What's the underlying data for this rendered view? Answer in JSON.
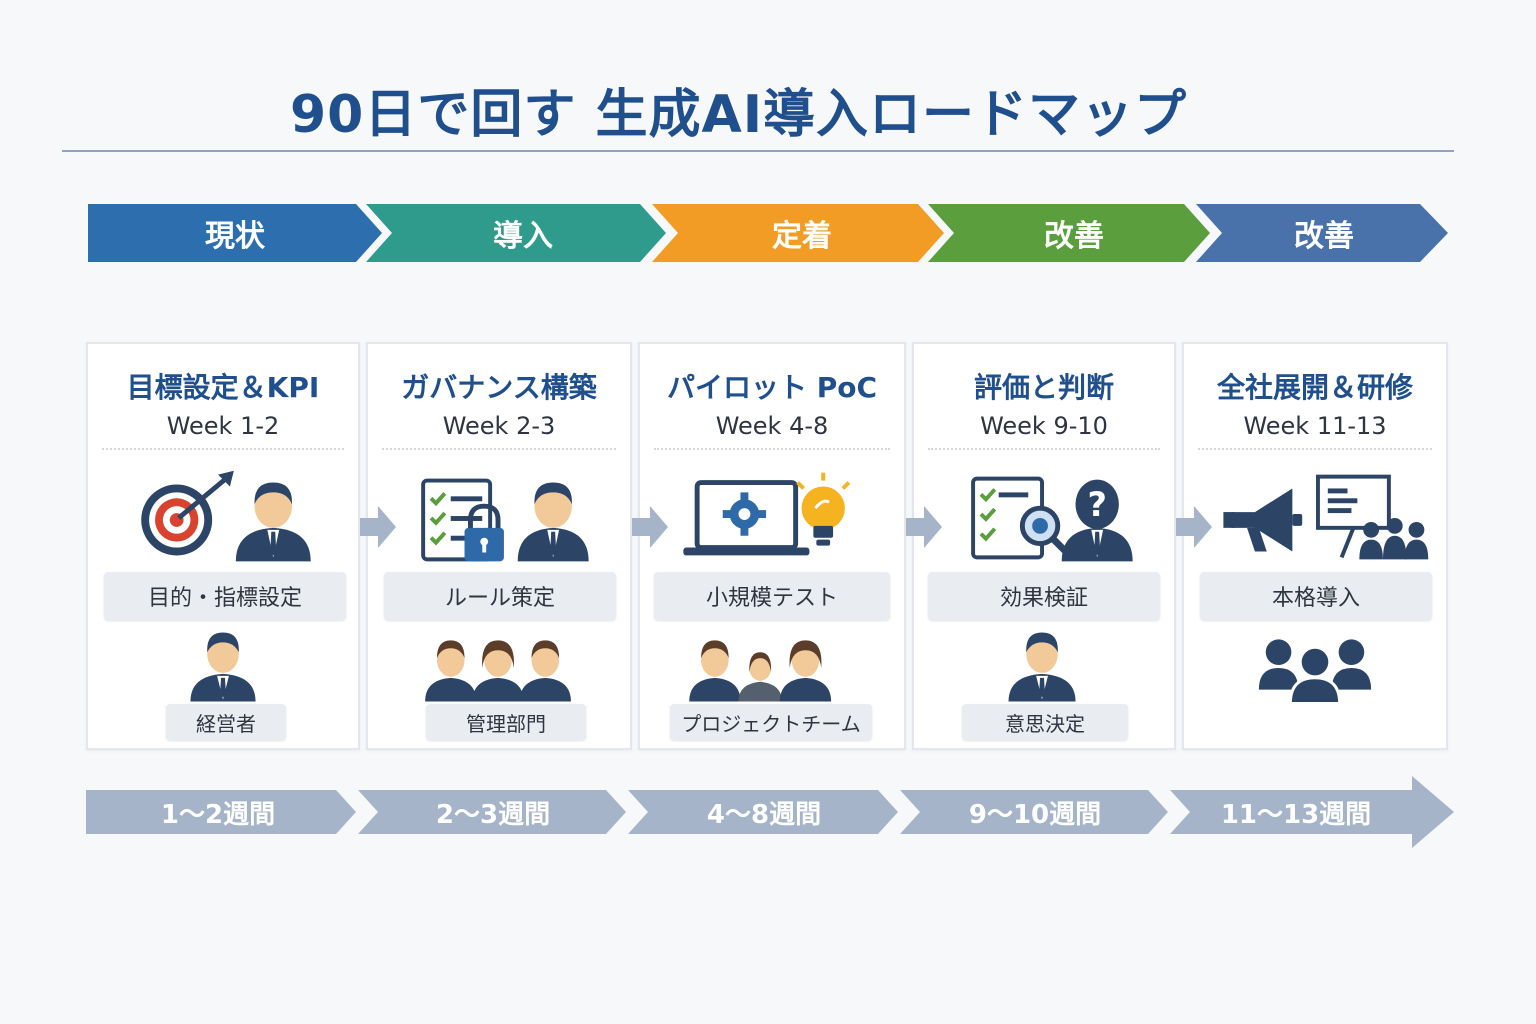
{
  "title": "90日で回す 生成AI導入ロードマップ",
  "phases": [
    {
      "label": "現状",
      "color": "#2d6fae"
    },
    {
      "label": "導入",
      "color": "#2e9b8c"
    },
    {
      "label": "定着",
      "color": "#f29c26"
    },
    {
      "label": "改善",
      "color": "#5a9e3d"
    },
    {
      "label": "改善",
      "color": "#4a72aa"
    }
  ],
  "cards": [
    {
      "title": "目標設定＆KPI",
      "week": "Week 1-2",
      "icons": [
        "target-icon",
        "businessman-icon"
      ],
      "label": "目的・指標設定",
      "people": [
        "person-icon"
      ],
      "role": "経営者"
    },
    {
      "title": "ガバナンス構築",
      "week": "Week 2-3",
      "icons": [
        "checklist-icon",
        "lock-icon",
        "businessman-icon"
      ],
      "label": "ルール策定",
      "people": [
        "team-icon"
      ],
      "role": "管理部門"
    },
    {
      "title": "パイロット PoC",
      "week": "Week 4-8",
      "icons": [
        "laptop-gear-icon",
        "lightbulb-icon"
      ],
      "label": "小規模テスト",
      "people": [
        "team-icon"
      ],
      "role": "プロジェクトチーム"
    },
    {
      "title": "評価と判断",
      "week": "Week 9-10",
      "icons": [
        "report-magnifier-icon",
        "question-person-icon"
      ],
      "label": "効果検証",
      "people": [
        "person-icon"
      ],
      "role": "意思決定"
    },
    {
      "title": "全社展開＆研修",
      "week": "Week 11-13",
      "icons": [
        "megaphone-icon",
        "training-icon"
      ],
      "label": "本格導入",
      "people": [
        "group-icon"
      ],
      "role": ""
    }
  ],
  "timeline": [
    "1～2週間",
    "2～3週間",
    "4～8週間",
    "9～10週間",
    "11～13週間"
  ],
  "colors": {
    "accent": "#1f4f8d",
    "timeline": "#a5b4c8",
    "icon_navy": "#2c4466",
    "skin": "#f2c998"
  }
}
